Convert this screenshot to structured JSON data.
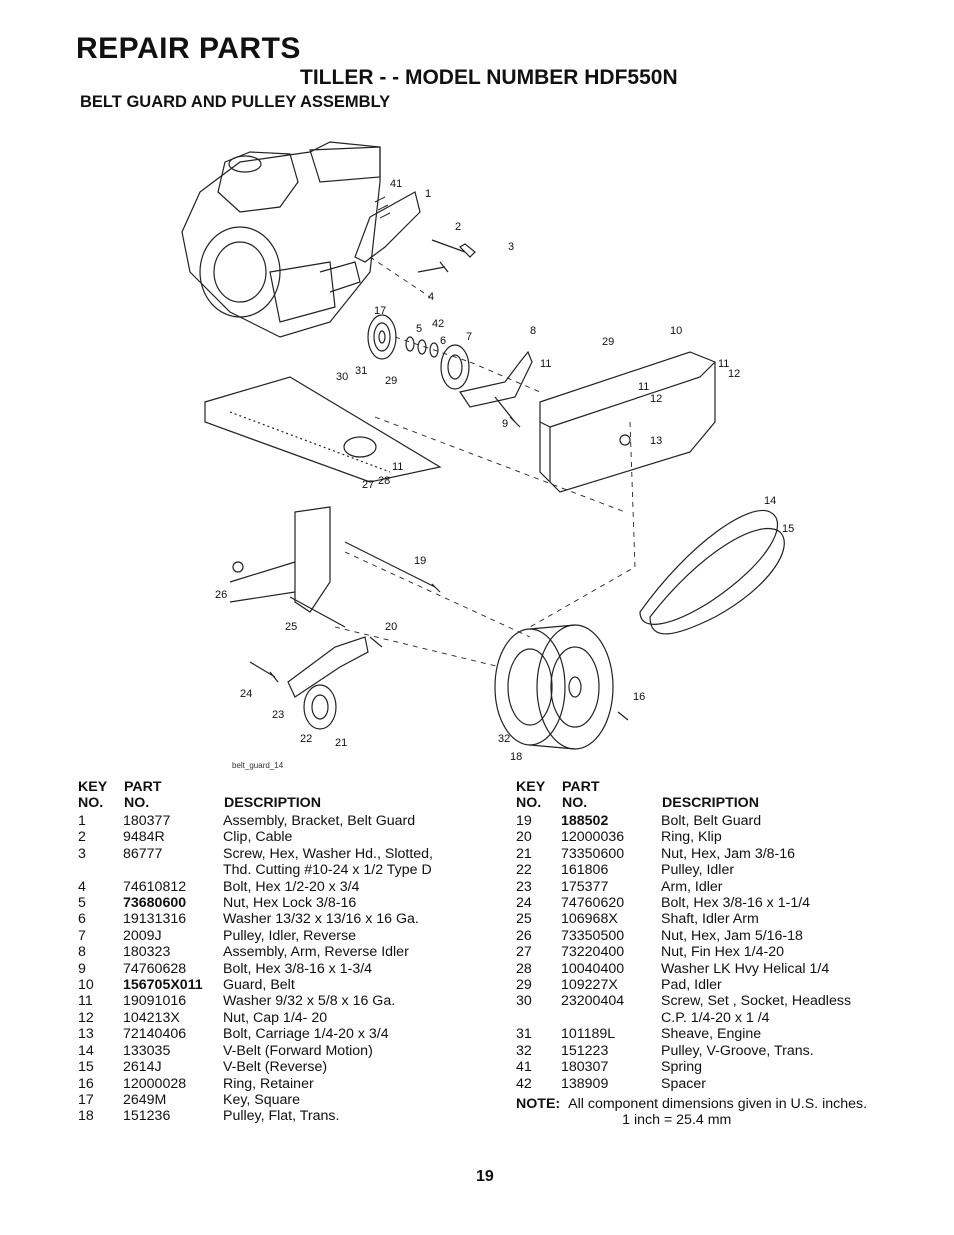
{
  "header": {
    "title": "REPAIR PARTS",
    "subtitle": "TILLER - - MODEL NUMBER HDF550N",
    "section": "BELT GUARD AND PULLEY ASSEMBLY"
  },
  "diagram": {
    "caption": "belt_guard_14",
    "callouts": [
      "41",
      "1",
      "2",
      "3",
      "4",
      "17",
      "5",
      "42",
      "6",
      "7",
      "8",
      "29",
      "10",
      "11",
      "12",
      "30",
      "31",
      "29",
      "11",
      "12",
      "13",
      "9",
      "27",
      "28",
      "11",
      "14",
      "15",
      "19",
      "26",
      "25",
      "20",
      "24",
      "23",
      "22",
      "21",
      "16",
      "32",
      "18"
    ]
  },
  "table": {
    "col_key_1": "KEY",
    "col_key_2": "NO.",
    "col_part_1": "PART",
    "col_part_2": "NO.",
    "col_desc": "DESCRIPTION",
    "left_rows": [
      {
        "key": "1",
        "part": "180377",
        "desc": "Assembly, Bracket, Belt Guard"
      },
      {
        "key": "2",
        "part": "9484R",
        "desc": "Clip, Cable"
      },
      {
        "key": "3",
        "part": "86777",
        "desc": "Screw, Hex, Washer Hd., Slotted,"
      },
      {
        "key": "",
        "part": "",
        "desc": "Thd. Cutting  #10-24 x 1/2 Type D"
      },
      {
        "key": "4",
        "part": "74610812",
        "desc": "Bolt, Hex  1/2-20 x 3/4"
      },
      {
        "key": "5",
        "part": "73680600",
        "desc": "Nut, Hex Lock 3/8-16"
      },
      {
        "key": "6",
        "part": "19131316",
        "desc": "Washer  13/32 x 13/16 x 16 Ga."
      },
      {
        "key": "7",
        "part": "2009J",
        "desc": "Pulley, Idler, Reverse"
      },
      {
        "key": "8",
        "part": "180323",
        "desc": "Assembly, Arm, Reverse Idler"
      },
      {
        "key": "9",
        "part": "74760628",
        "desc": "Bolt, Hex  3/8-16 x 1-3/4"
      },
      {
        "key": "10",
        "part": "156705X011",
        "desc": "Guard, Belt"
      },
      {
        "key": "11",
        "part": "19091016",
        "desc": "Washer  9/32 x 5/8 x 16 Ga."
      },
      {
        "key": "12",
        "part": "104213X",
        "desc": "Nut, Cap  1/4- 20"
      },
      {
        "key": "13",
        "part": "72140406",
        "desc": "Bolt, Carriage  1/4-20 x  3/4"
      },
      {
        "key": "14",
        "part": "133035",
        "desc": "V-Belt (Forward Motion)"
      },
      {
        "key": "15",
        "part": "2614J",
        "desc": "V-Belt (Reverse)"
      },
      {
        "key": "16",
        "part": "12000028",
        "desc": "Ring, Retainer"
      },
      {
        "key": "17",
        "part": "2649M",
        "desc": "Key, Square"
      },
      {
        "key": "18",
        "part": "151236",
        "desc": "Pulley, Flat, Trans."
      }
    ],
    "right_rows": [
      {
        "key": "19",
        "part": "188502",
        "desc": "Bolt, Belt Guard"
      },
      {
        "key": "20",
        "part": "12000036",
        "desc": "Ring, Klip"
      },
      {
        "key": "21",
        "part": "73350600",
        "desc": "Nut, Hex, Jam  3/8-16"
      },
      {
        "key": "22",
        "part": "161806",
        "desc": "Pulley, Idler"
      },
      {
        "key": "23",
        "part": "175377",
        "desc": "Arm, Idler"
      },
      {
        "key": "24",
        "part": "74760620",
        "desc": "Bolt, Hex  3/8-16 x  1-1/4"
      },
      {
        "key": "25",
        "part": "106968X",
        "desc": "Shaft, Idler Arm"
      },
      {
        "key": "26",
        "part": "73350500",
        "desc": "Nut, Hex, Jam 5/16-18"
      },
      {
        "key": "27",
        "part": "73220400",
        "desc": "Nut, Fin Hex 1/4-20"
      },
      {
        "key": "28",
        "part": "10040400",
        "desc": "Washer LK Hvy Helical 1/4"
      },
      {
        "key": "29",
        "part": "109227X",
        "desc": "Pad, Idler"
      },
      {
        "key": "30",
        "part": "23200404",
        "desc": "Screw, Set , Socket, Headless"
      },
      {
        "key": "",
        "part": "",
        "desc": "C.P.  1/4-20 x 1 /4"
      },
      {
        "key": "31",
        "part": "101189L",
        "desc": "Sheave, Engine"
      },
      {
        "key": "32",
        "part": "151223",
        "desc": "Pulley, V-Groove, Trans."
      },
      {
        "key": "41",
        "part": "180307",
        "desc": "Spring"
      },
      {
        "key": "42",
        "part": "138909",
        "desc": "Spacer"
      }
    ],
    "note_label": "NOTE:",
    "note_line1": "All component dimensions given in U.S. inches.",
    "note_line2": "1 inch = 25.4 mm"
  },
  "page_number": "19"
}
